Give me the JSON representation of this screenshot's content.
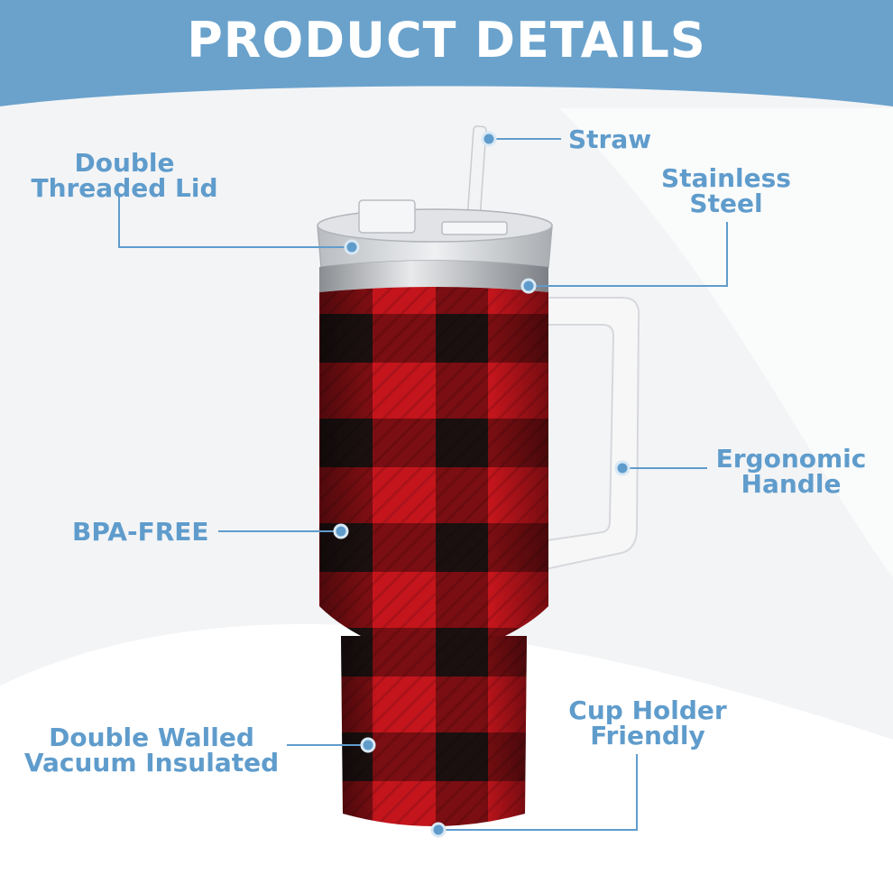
{
  "header": {
    "title": "PRODUCT DETAILS",
    "color": "#6aa2cc"
  },
  "accent_color": "#5f9ccc",
  "labels": {
    "straw": "Straw",
    "lid": [
      "Double",
      "Threaded Lid"
    ],
    "steel": [
      "Stainless",
      "Steel"
    ],
    "handle": [
      "Ergonomic",
      "Handle"
    ],
    "bpa": "BPA-FREE",
    "vacuum": [
      "Double Walled",
      "Vacuum Insulated"
    ],
    "holder": [
      "Cup Holder",
      "Friendly"
    ]
  },
  "product": {
    "pattern": "buffalo-check",
    "colors": [
      "#c8141c",
      "#1a1a1a"
    ]
  }
}
